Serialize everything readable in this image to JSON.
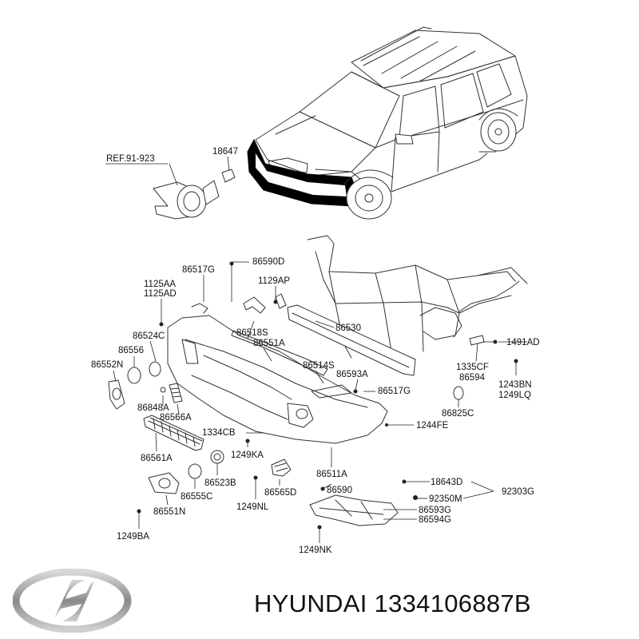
{
  "labels": {
    "ref_91_923": "REF.91-923",
    "p18647": "18647",
    "p86517G_top": "86517G",
    "p86590D": "86590D",
    "p1125AA": "1125AA",
    "p1125AD": "1125AD",
    "p1129AP": "1129AP",
    "p86524C": "86524C",
    "p86556": "86556",
    "p86552N": "86552N",
    "p86518S": "86518S",
    "p86551A": "86551A",
    "p86530": "86530",
    "p1491AD": "1491AD",
    "p86514S": "86514S",
    "p86593A": "86593A",
    "p1335CF": "1335CF",
    "p86594": "86594",
    "p86517G_mid": "86517G",
    "p1243BN": "1243BN",
    "p1249LQ": "1249LQ",
    "p86848A": "86848A",
    "p86566A": "86566A",
    "p86825C": "86825C",
    "p1244FE": "1244FE",
    "p1334CB": "1334CB",
    "p1249KA": "1249KA",
    "p86561A": "86561A",
    "p86523B": "86523B",
    "p86511A": "86511A",
    "p86555C": "86555C",
    "p86565D": "86565D",
    "p86590": "86590",
    "p18643D": "18643D",
    "p92303G": "92303G",
    "p92350M": "92350M",
    "p86551N": "86551N",
    "p1249NL": "1249NL",
    "p86593G": "86593G",
    "p86594G": "86594G",
    "p1249BA": "1249BA",
    "p1249NK": "1249NK"
  },
  "footer": {
    "brand_text": "HYUNDAI 1334106887B",
    "logo_icon": "hyundai-logo-icon"
  },
  "colors": {
    "line": "#222222",
    "text": "#111111",
    "bumper_highlight": "#000000",
    "logo_gray": "#9a9a9a"
  }
}
